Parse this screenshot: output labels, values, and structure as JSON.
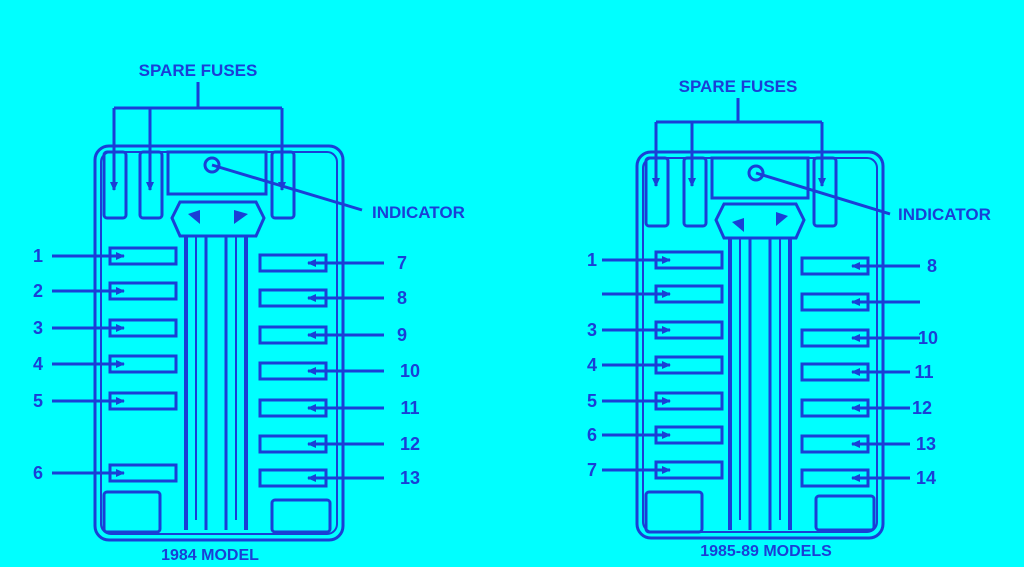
{
  "colors": {
    "background": "#00ffff",
    "ink": "#1a3fd6"
  },
  "left_panel": {
    "spare_label": "SPARE FUSES",
    "indicator_label": "INDICATOR",
    "caption": "1984 MODEL",
    "left_numbers": [
      "1",
      "2",
      "3",
      "4",
      "5",
      "6"
    ],
    "right_numbers": [
      "7",
      "8",
      "9",
      "10",
      "11",
      "12",
      "13"
    ]
  },
  "right_panel": {
    "spare_label": "SPARE FUSES",
    "indicator_label": "INDICATOR",
    "caption": "1985-89 MODELS",
    "left_numbers": [
      "1",
      "",
      "3",
      "4",
      "5",
      "6",
      "7"
    ],
    "right_numbers": [
      "8",
      "",
      "10",
      "11",
      "12",
      "13",
      "14"
    ]
  }
}
